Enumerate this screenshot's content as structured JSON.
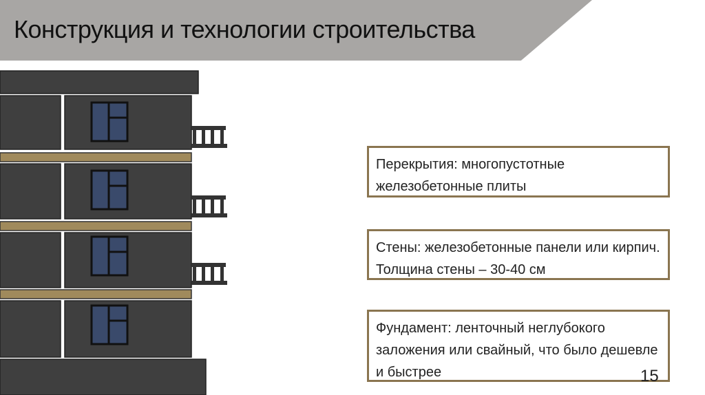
{
  "slide": {
    "title": "Конструкция и технологии строительства",
    "page_number": "15"
  },
  "info_boxes": [
    {
      "text": "Перекрытия: многопустотные железобетонные плиты"
    },
    {
      "text": "Стены: железобетонные панели или кирпич. Толщина стены – 30-40 см"
    },
    {
      "text": "Фундамент: ленточный неглубокого заложения или свайный, что было дешевле и быстрее"
    }
  ],
  "colors": {
    "title_bar": "#a8a6a4",
    "wall": "#3f3f3f",
    "slab": "#a08a5c",
    "window_glass": "#3a4a6b",
    "box_border": "#8a7550"
  }
}
